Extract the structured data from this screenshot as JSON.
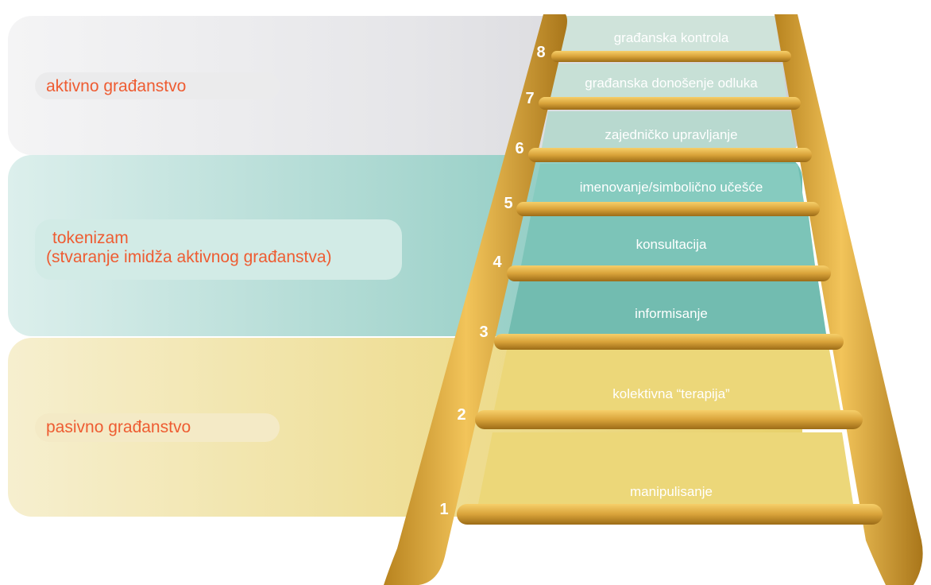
{
  "groups": {
    "active": "aktivno građanstvo",
    "tokenism_line1": "tokenizam",
    "tokenism_line2": "(stvaranje imidža aktivnog građanstva)",
    "passive": "pasivno građanstvo"
  },
  "steps": [
    {
      "number": "1",
      "label": "manipulisanje"
    },
    {
      "number": "2",
      "label": "kolektivna “terapija”"
    },
    {
      "number": "3",
      "label": "informisanje"
    },
    {
      "number": "4",
      "label": "konsultacija"
    },
    {
      "number": "5",
      "label": "imenovanje/simbolično učešće"
    },
    {
      "number": "6",
      "label": "zajedničko upravljanje"
    },
    {
      "number": "7",
      "label": "građanska donošenje odluka"
    },
    {
      "number": "8",
      "label": "građanska kontrola"
    }
  ],
  "colors": {
    "accent_text": "#ee5c32",
    "ladder": "#d9a33a",
    "active_band": "#d8d8dc",
    "tokenism_band": "#7fc6bb",
    "passive_band": "#ecd77c"
  }
}
